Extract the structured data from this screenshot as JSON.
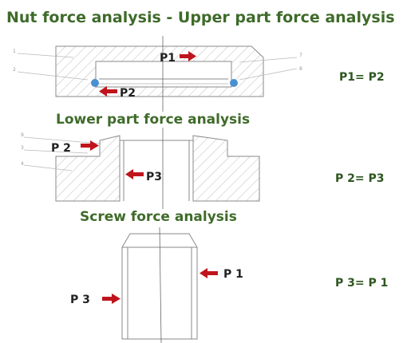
{
  "headings": {
    "main": "Nut force analysis - Upper part force analysis",
    "lower": "Lower part force analysis",
    "screw": "Screw force analysis"
  },
  "equations": {
    "upper": "P1= P2",
    "lower": "P 2= P3",
    "screw": "P 3= P 1"
  },
  "labels": {
    "upper_p1": "P1",
    "upper_p2": "P2",
    "lower_p2": "P 2",
    "lower_p3": "P3",
    "screw_p1": "P 1",
    "screw_p3": "P 3"
  },
  "callouts": {
    "upper": [
      "1",
      "2",
      "7",
      "8"
    ],
    "lower": [
      "9",
      "3",
      "4"
    ]
  },
  "colors": {
    "heading": "#3f6b2a",
    "arrow": "#c0141c",
    "ball": "#4a90d0",
    "hatch": "#b8b8b8",
    "outline": "#8a8a8a"
  }
}
